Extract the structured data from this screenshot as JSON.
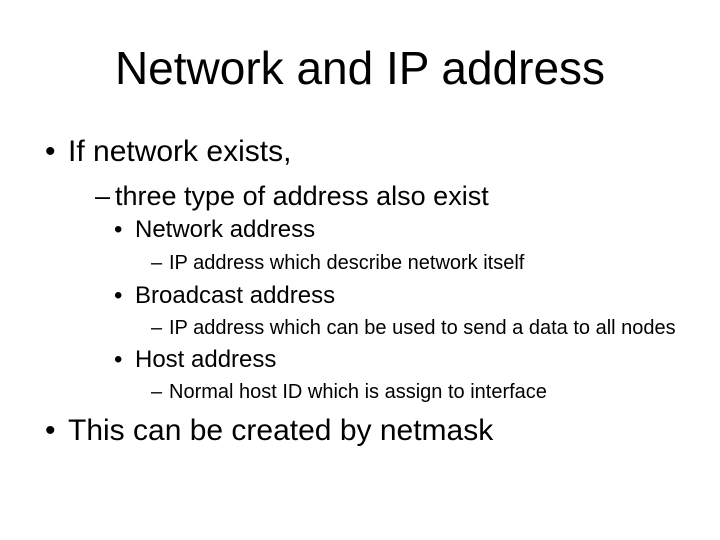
{
  "slide": {
    "background_color": "#ffffff",
    "text_color": "#000000",
    "title": "Network and IP address",
    "bullets": [
      {
        "level": 1,
        "marker": "•",
        "text": "If network exists,"
      },
      {
        "level": 2,
        "marker": "–",
        "text": "three type of address also exist"
      },
      {
        "level": 3,
        "marker": "•",
        "text": "Network address"
      },
      {
        "level": 4,
        "marker": "–",
        "text": "IP address which describe network itself"
      },
      {
        "level": 3,
        "marker": "•",
        "text": "Broadcast address"
      },
      {
        "level": 4,
        "marker": "–",
        "text": "IP address which can be used to send a data to all nodes"
      },
      {
        "level": 3,
        "marker": "•",
        "text": "Host address"
      },
      {
        "level": 4,
        "marker": "–",
        "text": "Normal host ID which is assign to interface"
      },
      {
        "level": 1,
        "marker": "•",
        "text": "This can be created by netmask"
      }
    ]
  }
}
